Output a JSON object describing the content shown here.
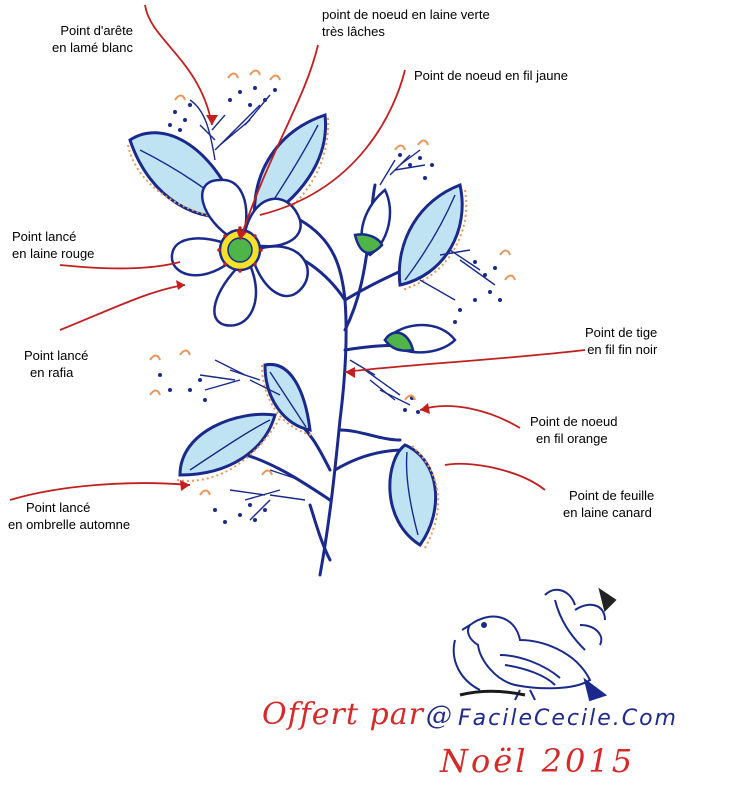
{
  "labels": {
    "arete": [
      "Point d'arête",
      "en lamé blanc"
    ],
    "noeud_verte": [
      "point de noeud en laine verte",
      "très lâches"
    ],
    "noeud_jaune": [
      "Point de noeud en fil jaune"
    ],
    "lance_rouge": [
      "Point lancé",
      "en laine rouge"
    ],
    "lance_rafia": [
      "Point lancé",
      "en rafia"
    ],
    "lance_ombrelle": [
      "Point lancé",
      "en ombrelle automne"
    ],
    "tige": [
      "Point de tige",
      "en fil  fin noir"
    ],
    "noeud_orange": [
      "Point de noeud",
      "en fil orange"
    ],
    "feuille": [
      "Point de feuille",
      "en laine canard"
    ]
  },
  "signature": {
    "offert": "Offert par",
    "at": "@",
    "site": "FacileCecile.Com",
    "season": "Noël 2015"
  },
  "colors": {
    "outline": "#1a2a8c",
    "leaf_fill": "#bfe3f2",
    "pointer": "#c21f1f",
    "orange": "#e9975a",
    "green": "#4fb548",
    "yellow": "#f3e12a"
  }
}
